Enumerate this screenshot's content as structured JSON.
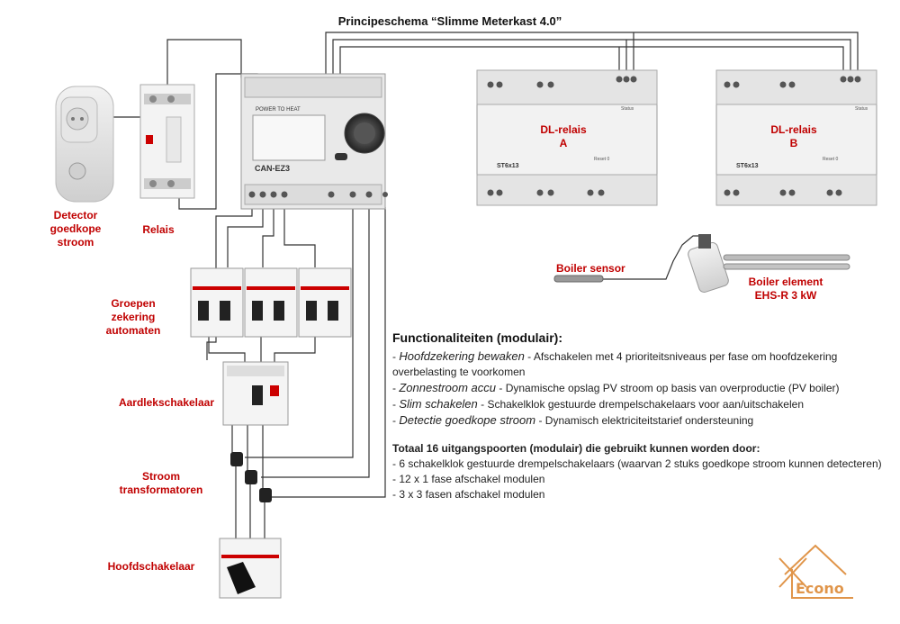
{
  "title": "Principeschema “Slimme Meterkast 4.0”",
  "components": {
    "detector": "Detector goedkope stroom",
    "relais": "Relais",
    "groepen": "Groepen zekering automaten",
    "aardlek": "Aardlekschakelaar",
    "stroomtrafo": "Stroom transformatoren",
    "hoofdschakelaar": "Hoofdschakelaar",
    "dl_relais_a": "DL-relais A",
    "dl_relais_b": "DL-relais B",
    "boiler_sensor": "Boiler sensor",
    "boiler_element": "Boiler element EHS-R 3 kW"
  },
  "device_labels": {
    "controller_brand": "CAN-EZ3",
    "controller_header": "POWER TO HEAT",
    "module_model": "ST6x13",
    "status": "Status",
    "reset": "Reset 0"
  },
  "functionaliteiten": {
    "heading": "Functionaliteiten (modulair):",
    "items": [
      {
        "name": "Hoofdzekering bewaken",
        "desc": "Afschakelen met 4 prioriteitsniveaus per fase om hoofdzekering overbelasting te voorkomen"
      },
      {
        "name": "Zonnestroom accu",
        "desc": "Dynamische opslag PV stroom op basis van overproductie (PV boiler)"
      },
      {
        "name": "Slim schakelen",
        "desc": "Schakelklok gestuurde drempelschakelaars voor aan/uitschakelen"
      },
      {
        "name": "Detectie goedkope stroom",
        "desc": "Dynamisch elektriciteitstarief ondersteuning"
      }
    ]
  },
  "totaal": {
    "heading": "Totaal 16 uitgangspoorten (modulair) die gebruikt kunnen worden door:",
    "lines": [
      "- 6 schakelklok gestuurde drempelschakelaars (waarvan 2 stuks goedkope stroom kunnen detecteren)",
      "- 12 x 1 fase afschakel modulen",
      "- 3 x 3 fasen afschakel modulen"
    ]
  },
  "logo": "Econo",
  "colors": {
    "label_red": "#c00000",
    "wire": "#333333",
    "logo_orange": "#e0954a"
  }
}
